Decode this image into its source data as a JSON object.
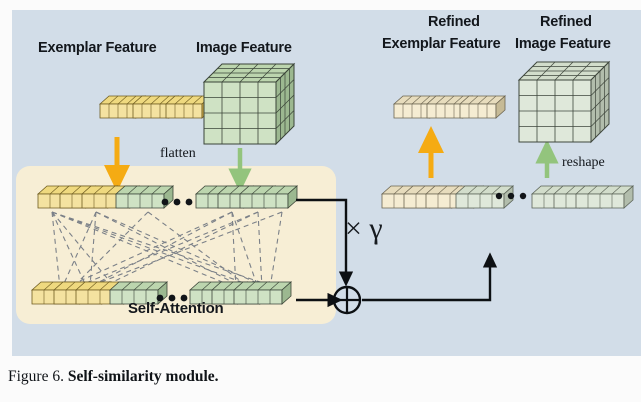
{
  "figure": {
    "caption_prefix": "Figure 6.",
    "caption_title": "Self-similarity module.",
    "background_color": "#d2dde8",
    "page_color": "#fbfbfb"
  },
  "labels": {
    "exemplar_feature": "Exemplar Feature",
    "image_feature": "Image Feature",
    "refined_line1": "Refined",
    "refined_exemplar_line2": "Exemplar Feature",
    "refined_image_line2": "Image Feature",
    "self_attention": "Self-Attention",
    "flatten": "flatten",
    "reshape": "reshape",
    "multiply_gamma": "× γ",
    "ellipsis": "• • •",
    "add_operator": "⊕"
  },
  "colors": {
    "panel_bg": "#d2dde8",
    "attention_box": "#f7eed5",
    "exemplar_cube_top": "#efd97f",
    "exemplar_cube_face": "#f4e2a0",
    "exemplar_cube_side": "#cfae4d",
    "image_cube_face": "#cfe2c4",
    "image_cube_top": "#bcd5ae",
    "image_cube_side": "#9cb890",
    "refined_exemplar_face": "#f5ecd2",
    "refined_image_face": "#dfe8da",
    "arrow_orange": "#f5ab13",
    "arrow_green": "#93c47d",
    "line_black": "#0d1013",
    "dashed_gray": "#7b8088",
    "text_dark": "#13171c"
  },
  "blocks": {
    "exemplar_feature": {
      "type": "cube-rows",
      "rows": 3,
      "cubes_per_row": 4,
      "color": "yellow"
    },
    "image_feature": {
      "type": "cube-3d",
      "grid": "4x4x4",
      "color": "green"
    },
    "refined_exemplar_feature": {
      "type": "cube-rows",
      "rows": 3,
      "cubes_per_row": 4,
      "color": "cream"
    },
    "refined_image_feature": {
      "type": "cube-3d",
      "grid": "4x4x4",
      "color": "pale-green"
    },
    "attention_top_row": {
      "yellow_stacks": 3,
      "green_stacks_left": 1,
      "green_stacks_right": 3
    },
    "attention_bottom_row": {
      "yellow_stacks": 3,
      "green_stacks_left": 1,
      "green_stacks_right": 3
    },
    "output_top_row": {
      "cream_stacks": 3,
      "pale_green_stacks_left": 1,
      "pale_green_stacks_right": 3
    }
  },
  "connections": [
    {
      "name": "exemplar-to-attention",
      "style": "solid-arrow",
      "color": "#f5ab13",
      "direction": "down"
    },
    {
      "name": "image-to-attention",
      "style": "solid-arrow",
      "color": "#93c47d",
      "direction": "down",
      "label": "flatten"
    },
    {
      "name": "attention-top-to-multiply",
      "style": "solid-line",
      "color": "#0d1013"
    },
    {
      "name": "attention-bottom-to-add",
      "style": "solid-arrow",
      "color": "#0d1013"
    },
    {
      "name": "multiply-gamma-to-add",
      "style": "solid-arrow",
      "color": "#0d1013",
      "label": "× γ"
    },
    {
      "name": "add-to-output",
      "style": "solid-arrow",
      "color": "#0d1013",
      "direction": "up"
    },
    {
      "name": "output-to-refined-exemplar",
      "style": "solid-arrow",
      "color": "#f5ab13",
      "direction": "up"
    },
    {
      "name": "output-to-refined-image",
      "style": "solid-arrow",
      "color": "#93c47d",
      "direction": "up",
      "label": "reshape"
    }
  ]
}
